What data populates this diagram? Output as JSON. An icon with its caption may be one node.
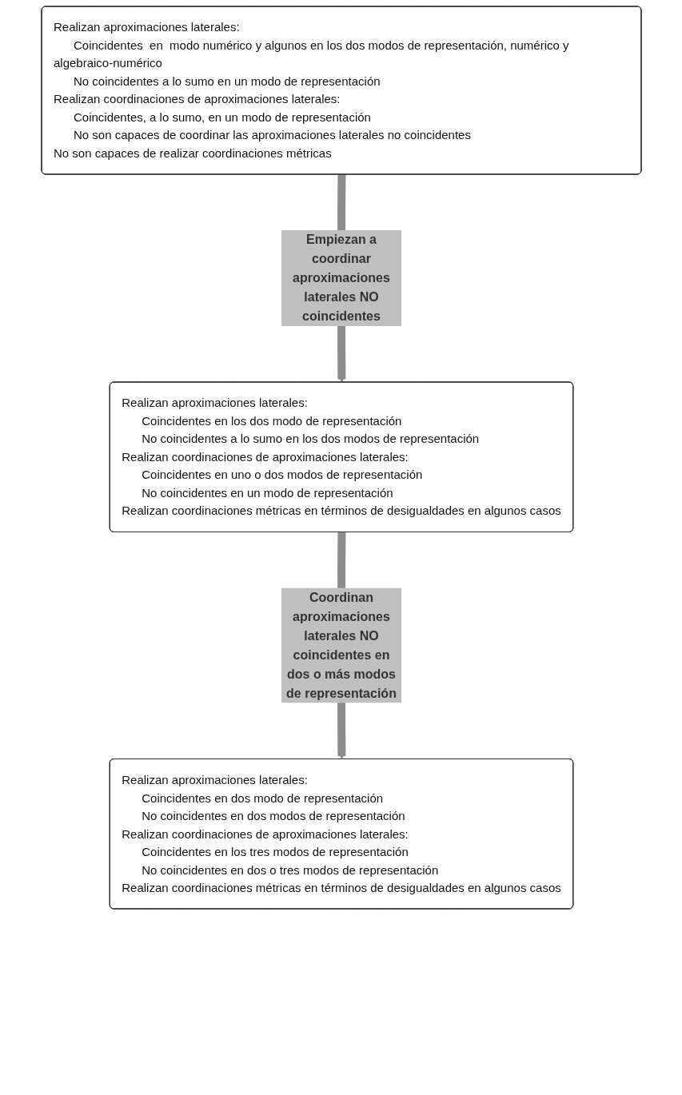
{
  "diagram": {
    "nodes": [
      {
        "text": [
          "Realizan aproximaciones laterales:",
          "Coincidentes  en  modo numérico y algunos en los dos modos de representación, numérico y algebraico-numérico",
          "No coincidentes a lo sumo en un modo de representación",
          "Realizan coordinaciones de aproximaciones laterales:",
          "Coincidentes, a lo sumo, en un modo de representación",
          "No son capaces de coordinar las aproximaciones laterales no coincidentes",
          "No son capaces de realizar coordinaciones métricas"
        ]
      },
      {
        "text": [
          "Realizan aproximaciones laterales:",
          "Coincidentes en los dos modo de representación",
          "No coincidentes a lo sumo en los dos modos de representación",
          "Realizan coordinaciones de aproximaciones laterales:",
          "Coincidentes en uno o dos modos de representación",
          "No coincidentes en un modo de representación",
          "Realizan coordinaciones métricas en términos de desigualdades en algunos casos"
        ]
      },
      {
        "text": [
          "Realizan aproximaciones laterales:",
          "Coincidentes en dos modo de representación",
          "No coincidentes en dos modos de representación",
          "Realizan coordinaciones de aproximaciones laterales:",
          "Coincidentes en los tres modos de representación",
          "No coincidentes en dos o tres modos de representación",
          "Realizan coordinaciones métricas en términos de desigualdades en algunos casos"
        ]
      }
    ],
    "edges": [
      {
        "from": 0,
        "to": 1,
        "arrow": "to",
        "label": "Empiezan a coordinar aproximaciones laterales NO coincidentes"
      },
      {
        "from": 1,
        "to": 2,
        "arrow": "to",
        "label": "Coordinan aproximaciones laterales NO coincidentes en dos o más modos de representación"
      }
    ]
  }
}
